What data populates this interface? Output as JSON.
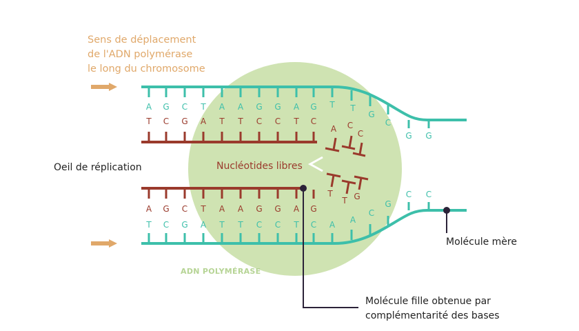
{
  "direction_label": [
    "Sens de déplacement",
    "de l'ADN polymérase",
    "le long du chromosome"
  ],
  "replication_eye_label": "Oeil de réplication",
  "free_nucleotides_label": "Nucléotides libres",
  "enzyme_label": "ADN POLYMÉRASE",
  "mother_molecule_label": "Molécule mère",
  "daughter_molecule_label": [
    "Molécule fille obtenue par",
    "complémentarité des bases"
  ],
  "strands": {
    "top_parent_bases": [
      "A",
      "G",
      "C",
      "T",
      "A",
      "A",
      "G",
      "G",
      "A",
      "G",
      "T",
      "T",
      "G",
      "C",
      "G",
      "G"
    ],
    "top_daughter_bases": [
      "T",
      "C",
      "G",
      "A",
      "T",
      "T",
      "C",
      "C",
      "T",
      "C"
    ],
    "bottom_daughter_bases": [
      "A",
      "G",
      "C",
      "T",
      "A",
      "A",
      "G",
      "G",
      "A",
      "G"
    ],
    "bottom_parent_bases": [
      "T",
      "C",
      "G",
      "A",
      "T",
      "T",
      "C",
      "C",
      "T",
      "C",
      "A",
      "A",
      "C",
      "G",
      "C",
      "C"
    ],
    "free_upper": [
      "A",
      "C",
      "C"
    ],
    "free_lower": [
      "T",
      "T",
      "G"
    ]
  },
  "colors": {
    "teal": "#3dbfaa",
    "red": "#9a3a2c",
    "green_circle": "#cfe3b2",
    "orange": "#e0a86a",
    "enzyme_text": "#b6d495",
    "dark": "#2b2238"
  }
}
